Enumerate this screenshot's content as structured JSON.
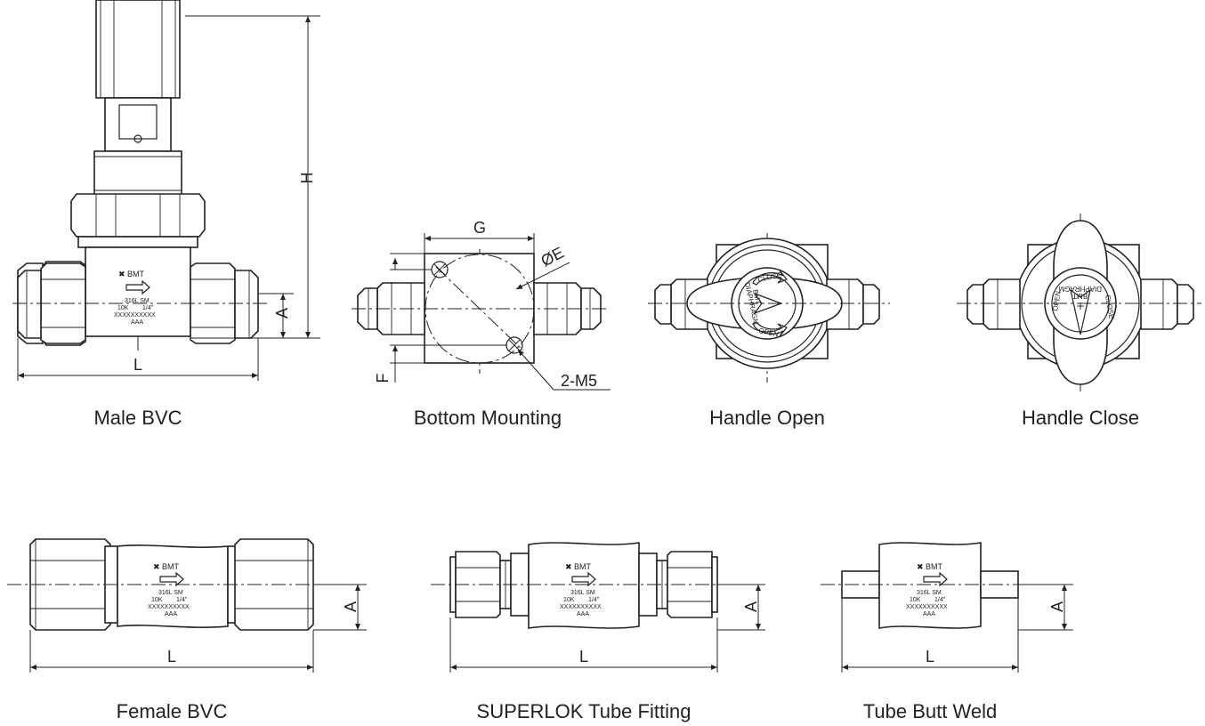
{
  "views": {
    "male_bvc": {
      "caption": "Male BVC",
      "dim_h": "H",
      "dim_a": "A",
      "dim_l": "L"
    },
    "bottom_mounting": {
      "caption": "Bottom Mounting",
      "dim_g": "G",
      "dim_e": "ØE",
      "dim_f": "F",
      "thread": "2-M5"
    },
    "handle_open": {
      "caption": "Handle Open",
      "label_top": "CLOSE",
      "label_bottom": "OPEN",
      "label_side": "DIAPHRAGM",
      "brand": "BMT"
    },
    "handle_close": {
      "caption": "Handle Close",
      "label_left": "OPEN",
      "label_right": "CLOSE",
      "label_top": "DIAPHRAGM",
      "brand": "BMT"
    },
    "female_bvc": {
      "caption": "Female BVC",
      "dim_a": "A",
      "dim_l": "L"
    },
    "superlok": {
      "caption": "SUPERLOK Tube Fitting",
      "dim_a": "A",
      "dim_l": "L"
    },
    "tube_butt_weld": {
      "caption": "Tube Butt Weld",
      "dim_a": "A",
      "dim_l": "L"
    }
  },
  "marking": {
    "brand": "BMT",
    "line1": "316L  SM",
    "line2_left": "10K",
    "line2_right": "1/4\"",
    "line3": "XXXXXXXXXX",
    "line4": "AAA"
  }
}
